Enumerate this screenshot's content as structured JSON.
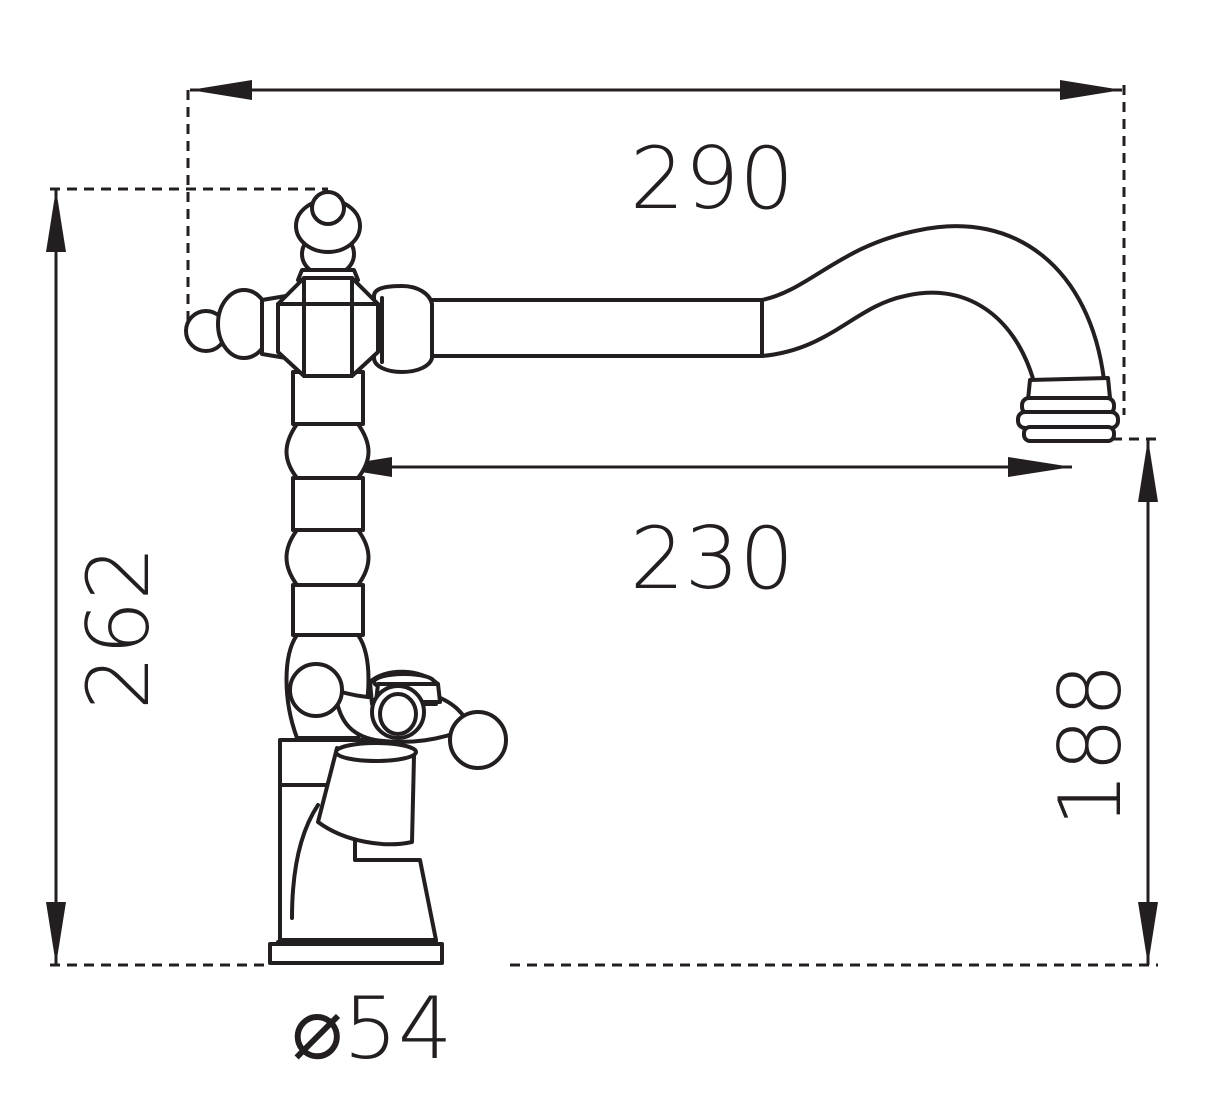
{
  "dimensions": {
    "total_reach": "290",
    "spout_reach": "230",
    "total_height": "262",
    "outlet_height": "188",
    "base_diameter": "⌀54"
  },
  "colors": {
    "line": "#231f20",
    "background": "#ffffff"
  }
}
